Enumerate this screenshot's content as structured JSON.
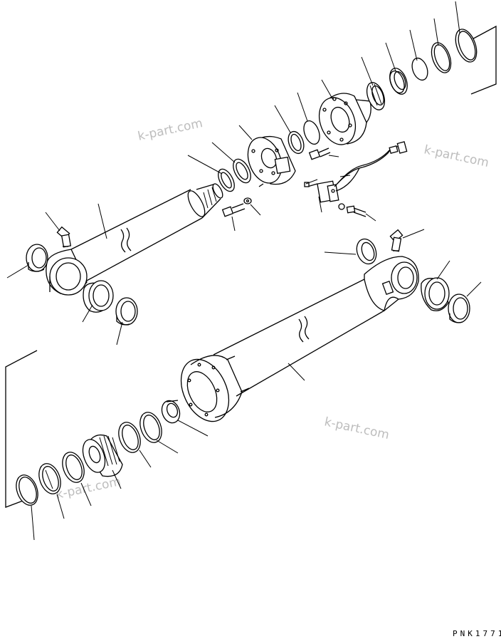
{
  "watermark": {
    "text_1": "k-part.com",
    "text_2": "k-part.com",
    "text_3": "k-part.com",
    "text_4": "k-part.com"
  },
  "drawing_code": "PNK1771"
}
